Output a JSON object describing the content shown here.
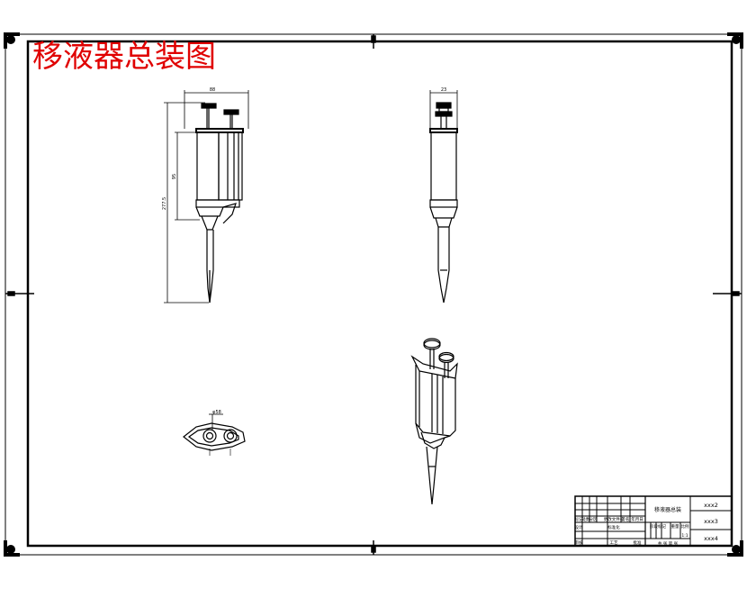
{
  "drawing": {
    "title": "移液器总装图",
    "title_color": "#e00000",
    "line_color": "#000000"
  },
  "dimensions": {
    "front_width": "88",
    "front_height_mid": "95",
    "front_height_total": "277.5",
    "side_width": "23",
    "plan_diameter": "φ58"
  },
  "title_block": {
    "drawing_name": "移液器总装",
    "code_1": "xxx2",
    "code_2": "xxx3",
    "code_3": "xxx4",
    "headers": [
      "标记",
      "处数",
      "分区",
      "更改文件号",
      "签名",
      "年月日"
    ],
    "design_label": "设计",
    "standard_label": "标准化",
    "stage_label": "阶段标记",
    "weight_label": "重量",
    "scale_label": "比例",
    "scale_value": "1:1",
    "sheet_label": "共 张 第 张",
    "review_label": "审核",
    "process_label": "工艺",
    "approve_label": "批准"
  }
}
